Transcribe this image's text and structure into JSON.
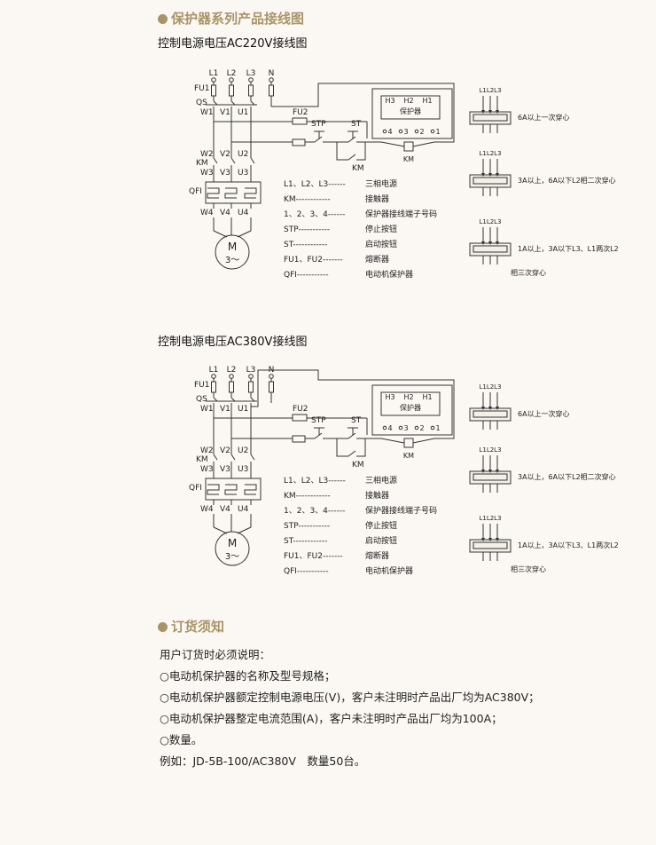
{
  "section1_heading": "保护器系列产品接线图",
  "section2_heading": "订货须知",
  "diagrams": [
    {
      "title": "控制电源电压AC220V接线图",
      "terminals_top": [
        "L1",
        "L2",
        "L3",
        "N"
      ],
      "label_fu1": "FU1",
      "label_qs": "QS",
      "phase_row1": [
        "W1",
        "V1",
        "U1"
      ],
      "phase_row2": [
        "W2",
        "V2",
        "U2"
      ],
      "label_km_left": "KM",
      "phase_row3": [
        "W3",
        "V3",
        "U3"
      ],
      "label_qfi": "QFI",
      "phase_row4": [
        "W4",
        "V4",
        "U4"
      ],
      "motor_m": "M",
      "motor_phase": "3～",
      "label_fu2": "FU2",
      "label_stp": "STP",
      "label_st": "ST",
      "label_km": "KM",
      "protector_h": [
        "H3",
        "H2",
        "H1"
      ],
      "protector_name": "保护器",
      "protector_terminals": [
        "4",
        "3",
        "2",
        "1"
      ],
      "legend": [
        {
          "key": "L1、L2、L3------",
          "value": "三相电源"
        },
        {
          "key": "KM------------",
          "value": "接触器"
        },
        {
          "key": "1、2、3、4------",
          "value": "保护器接线端子号码"
        },
        {
          "key": "STP-----------",
          "value": "停止按钮"
        },
        {
          "key": "ST------------",
          "value": "启动按钮"
        },
        {
          "key": "FU1、FU2-------",
          "value": "熔断器"
        },
        {
          "key": "QFI-----------",
          "value": "电动机保护器"
        }
      ],
      "ct_label": "L1L2L3",
      "ct_notes": [
        [
          "6A以上一次穿心"
        ],
        [
          "3A以上，6A以下L2相二次穿心"
        ],
        [
          "1A以上，3A以下L3、L1两次L2",
          "相三次穿心"
        ]
      ]
    },
    {
      "title": "控制电源电压AC380V接线图",
      "terminals_top": [
        "L1",
        "L2",
        "L3",
        "N"
      ],
      "label_fu1": "FU1",
      "label_qs": "QS",
      "phase_row1": [
        "W1",
        "V1",
        "U1"
      ],
      "phase_row2": [
        "W2",
        "V2",
        "U2"
      ],
      "label_km_left": "KM",
      "phase_row3": [
        "W3",
        "V3",
        "U3"
      ],
      "label_qfi": "QFI",
      "phase_row4": [
        "W4",
        "V4",
        "U4"
      ],
      "motor_m": "M",
      "motor_phase": "3～",
      "label_fu2": "FU2",
      "label_stp": "STP",
      "label_st": "ST",
      "label_km": "KM",
      "protector_h": [
        "H3",
        "H2",
        "H1"
      ],
      "protector_name": "保护器",
      "protector_terminals": [
        "4",
        "3",
        "2",
        "1"
      ],
      "legend": [
        {
          "key": "L1、L2、L3------",
          "value": "三相电源"
        },
        {
          "key": "KM------------",
          "value": "接触器"
        },
        {
          "key": "1、2、3、4------",
          "value": "保护器接线端子号码"
        },
        {
          "key": "STP-----------",
          "value": "停止按钮"
        },
        {
          "key": "ST------------",
          "value": "启动按钮"
        },
        {
          "key": "FU1、FU2-------",
          "value": "熔断器"
        },
        {
          "key": "QFI-----------",
          "value": "电动机保护器"
        }
      ],
      "ct_label": "L1L2L3",
      "ct_notes": [
        [
          "6A以上一次穿心"
        ],
        [
          "3A以上，6A以下L2相二次穿心"
        ],
        [
          "1A以上，3A以下L3、L1两次L2",
          "相三次穿心"
        ]
      ]
    }
  ],
  "order_notes": {
    "intro": "用户订货时必须说明：",
    "items": [
      "○电动机保护器的名称及型号规格；",
      "○电动机保护器额定控制电源电压(V)，客户未注明时产品出厂均为AC380V；",
      "○电动机保护器整定电流范围(A)，客户未注明时产品出厂均为100A；",
      "○数量。"
    ],
    "example": "例如：JD-5B-100/AC380V　数量50台。"
  }
}
